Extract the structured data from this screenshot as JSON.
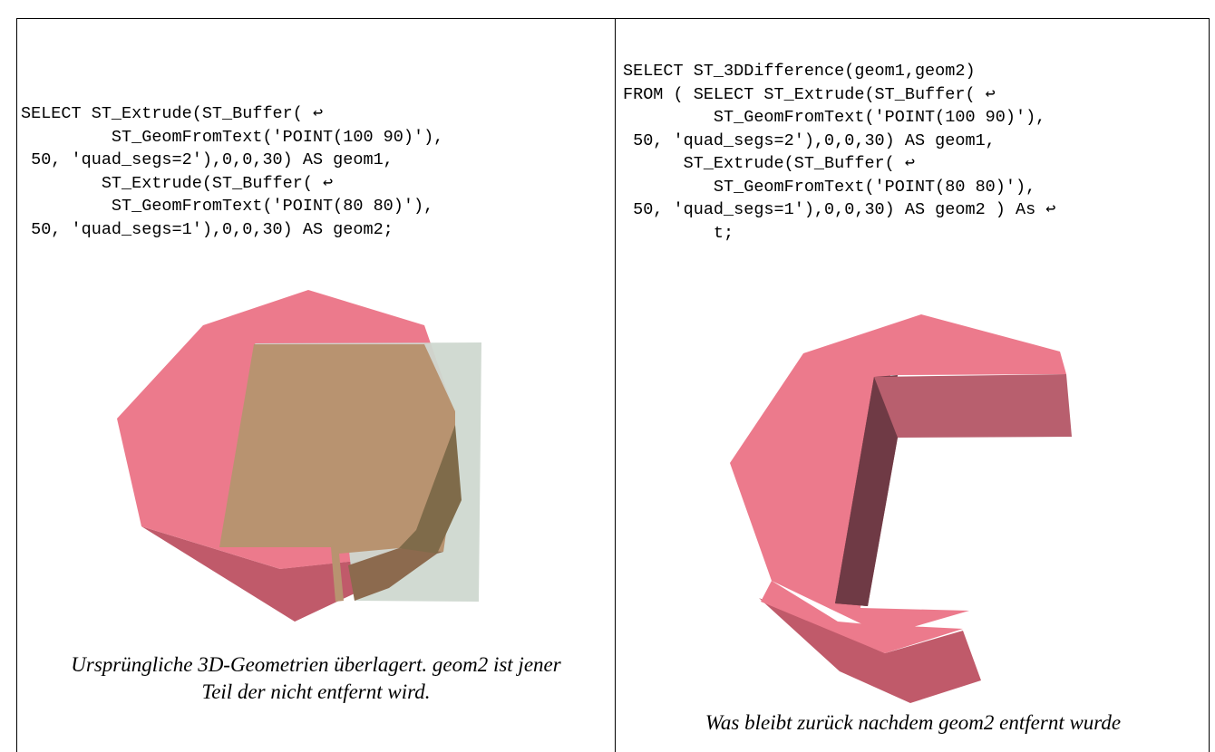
{
  "left_cell": {
    "code_lines": [
      "SELECT ST_Extrude(ST_Buffer( ↩",
      "         ST_GeomFromText('POINT(100 90)'),",
      " 50, 'quad_segs=2'),0,0,30) AS geom1,",
      "        ST_Extrude(ST_Buffer( ↩",
      "         ST_GeomFromText('POINT(80 80)'),",
      " 50, 'quad_segs=1'),0,0,30) AS geom2;"
    ],
    "figure_description_icon": "overlay-3d-geometries-image",
    "caption_line1": "Ursprüngliche 3D-Geometrien überlagert. geom2 ist jener",
    "caption_line2": "Teil der nicht entfernt wird."
  },
  "right_cell": {
    "code_lines": [
      "SELECT ST_3DDifference(geom1,geom2)",
      "FROM ( SELECT ST_Extrude(ST_Buffer( ↩",
      "         ST_GeomFromText('POINT(100 90)'),",
      " 50, 'quad_segs=2'),0,0,30) AS geom1,",
      "      ST_Extrude(ST_Buffer( ↩",
      "         ST_GeomFromText('POINT(80 80)'),",
      " 50, 'quad_segs=1'),0,0,30) AS geom2 ) As ↩",
      "         t;"
    ],
    "figure_description_icon": "difference-result-3d-image",
    "caption": "Was bleibt zurück nachdem geom2 entfernt wurde"
  },
  "colors": {
    "geom1_top": "#ec7a8c",
    "geom1_side": "#c05a6a",
    "geom2_overlay": "#b89370",
    "geom2_box": "#cfd8d0",
    "inner_wall_dark": "#6f3a45",
    "inner_wall_mid": "#b85f6e"
  }
}
